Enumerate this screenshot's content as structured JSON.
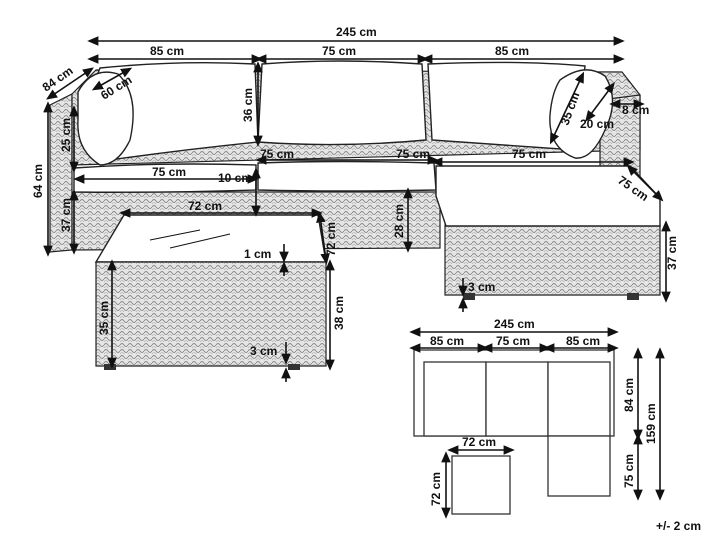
{
  "labels": {
    "overall_width": "245 cm",
    "left_corner_width": "85 cm",
    "middle_width": "75 cm",
    "right_corner_width": "85 cm",
    "corner_depth": "84 cm",
    "back_cushion_width": "60 cm",
    "back_cushion_height": "36 cm",
    "seat_left_width": "75 cm",
    "seat_mid_left": "75 cm",
    "seat_mid_right": "75 cm",
    "backrest_height": "25 cm",
    "total_height": "64 cm",
    "seat_height": "37 cm",
    "arm_thickness": "10 cm",
    "pillow_height": "35 cm",
    "pillow_width": "20 cm",
    "pillow_depth": "8 cm",
    "ottoman_width": "75 cm",
    "ottoman_depth": "75 cm",
    "ottoman_height": "37 cm",
    "ottoman_cushion_height": "28 cm",
    "ottoman_feet": "3 cm",
    "table_width": "72 cm",
    "table_depth": "72 cm",
    "table_top_thickness": "1 cm",
    "table_body_height": "35 cm",
    "table_height": "38 cm",
    "table_feet": "3 cm",
    "plan_total": "245 cm",
    "plan_left": "85 cm",
    "plan_mid": "75 cm",
    "plan_right": "85 cm",
    "plan_depth": "84 cm",
    "plan_total_depth": "159 cm",
    "plan_ottoman_depth": "75 cm",
    "plan_table_width": "72 cm",
    "plan_table_depth": "72 cm",
    "tolerance": "+/- 2 cm"
  },
  "colors": {
    "line": "#111111",
    "wicker": "#8a8a8a",
    "background": "#ffffff"
  }
}
